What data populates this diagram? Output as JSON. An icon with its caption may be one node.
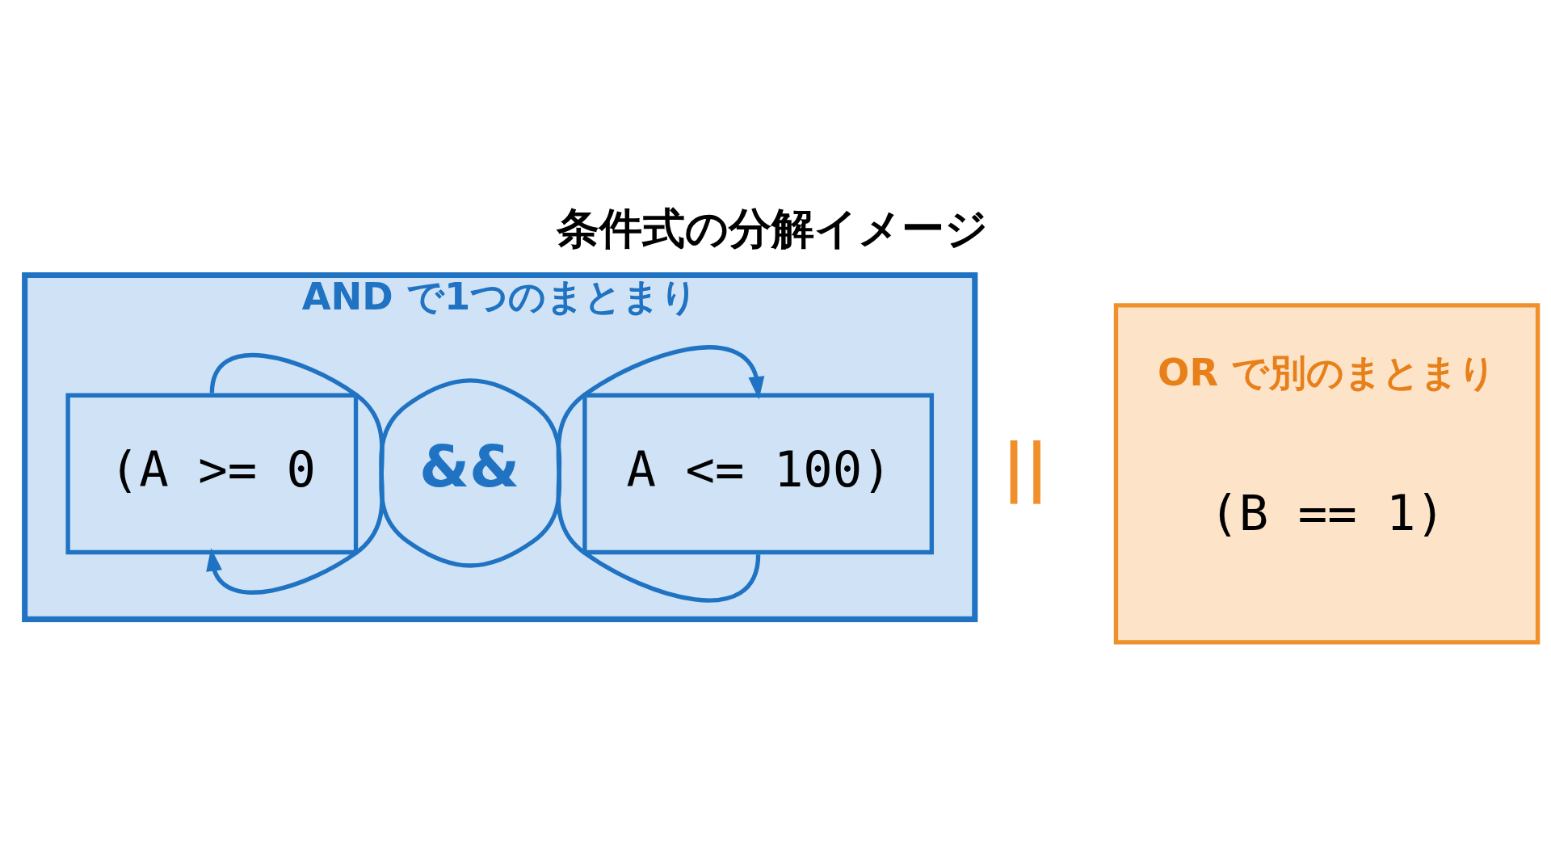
{
  "diagram": {
    "title": "条件式の分解イメージ",
    "nodes": [
      {
        "text": [
          "AND で1つのまとまり"
        ]
      },
      {
        "text": [
          "(A >= 0"
        ],
        "in": 0
      },
      {
        "text": [
          "A <= 100)"
        ],
        "in": 0
      },
      {
        "text": [
          "OR で別のまとまり",
          "(B == 1)"
        ]
      }
    ],
    "edges": [
      {
        "from": 1,
        "to": 2,
        "arrow": "to",
        "color": "#1f73c2"
      },
      {
        "from": 2,
        "to": 1,
        "arrow": "to",
        "color": "#1f73c2"
      }
    ],
    "labels": [
      "&&",
      "||"
    ]
  }
}
